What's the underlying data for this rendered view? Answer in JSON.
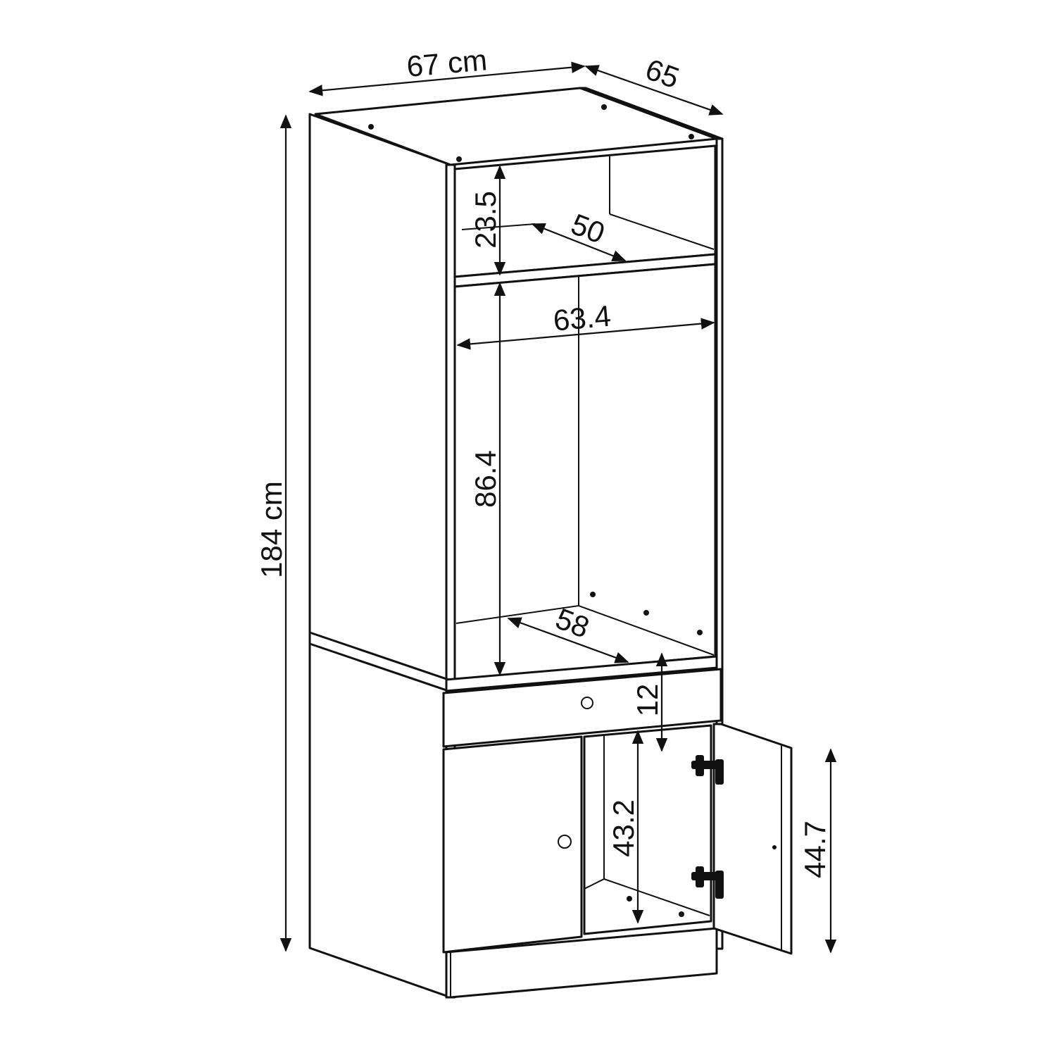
{
  "diagram": {
    "subject": "tall-cabinet-dimensions",
    "labels": {
      "width": "67 cm",
      "depth": "65",
      "height": "184 cm",
      "top_compartment_height": "23.5",
      "top_compartment_depth": "50",
      "inner_width": "63.4",
      "oven_compartment_height": "86.4",
      "oven_compartment_depth": "58",
      "drawer_height": "12",
      "lower_compartment_height": "43.2",
      "door_height": "44.7"
    }
  }
}
